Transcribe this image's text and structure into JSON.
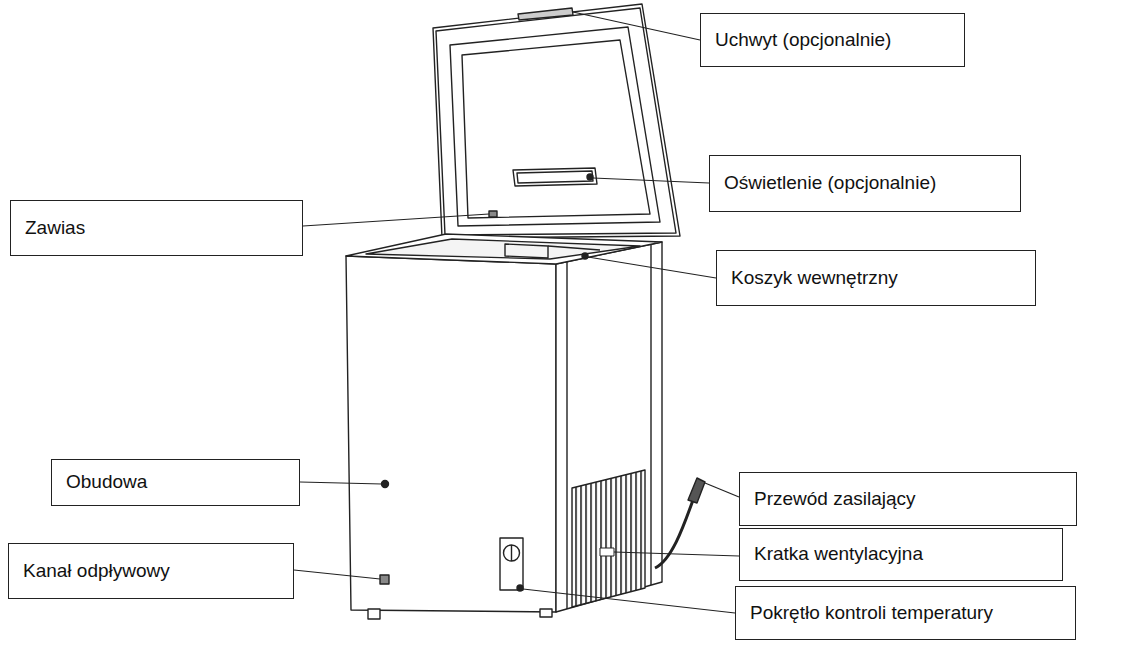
{
  "diagram": {
    "nodes": [
      {
        "text": [
          "Uchwyt (opcjonalnie)"
        ]
      },
      {
        "text": [
          "Oświetlenie (opcjonalnie)"
        ]
      },
      {
        "text": [
          "Zawias"
        ]
      },
      {
        "text": [
          "Koszyk wewnętrzny"
        ]
      },
      {
        "text": [
          "Obudowa"
        ]
      },
      {
        "text": [
          "Przewód zasilający"
        ]
      },
      {
        "text": [
          "Kratka wentylacyjna"
        ]
      },
      {
        "text": [
          "Kanał odpływowy"
        ]
      },
      {
        "text": [
          "Pokrętło kontroli temperatury"
        ]
      }
    ]
  }
}
